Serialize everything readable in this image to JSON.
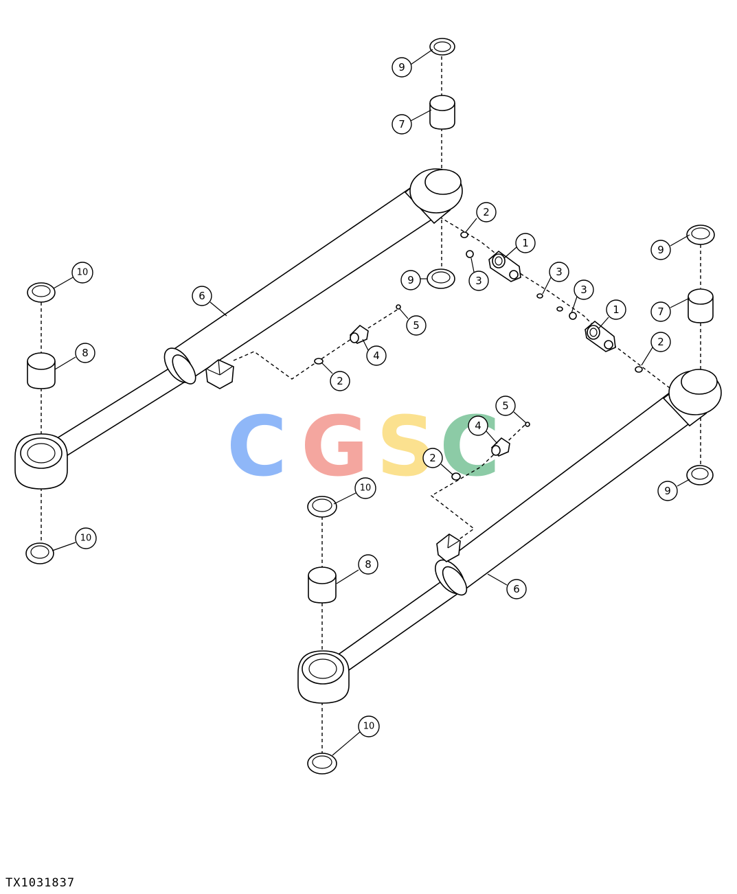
{
  "figure_id": "TX1031837",
  "watermark": {
    "letters": [
      "C",
      "G",
      "S",
      "C"
    ],
    "colors": [
      "#8ab4f8",
      "#f4a29a",
      "#fbe08a",
      "#86c9a2"
    ]
  },
  "callouts": {
    "c9_top": "9",
    "c7_top": "7",
    "c2_a": "2",
    "c1_a": "1",
    "c3_a": "3",
    "c9_mid": "9",
    "c3_b": "3",
    "c9_right_top": "9",
    "c7_right": "7",
    "c3_c": "3",
    "c1_b": "1",
    "c2_b": "2",
    "c10_left_top": "10",
    "c6_left": "6",
    "c5_a": "5",
    "c4_a": "4",
    "c8_left": "8",
    "c2_c": "2",
    "c5_b": "5",
    "c4_b": "4",
    "c2_d": "2",
    "c9_right_bot": "9",
    "c10_mid": "10",
    "c10_left_bot": "10",
    "c8_mid": "8",
    "c6_right": "6",
    "c10_bot": "10"
  }
}
